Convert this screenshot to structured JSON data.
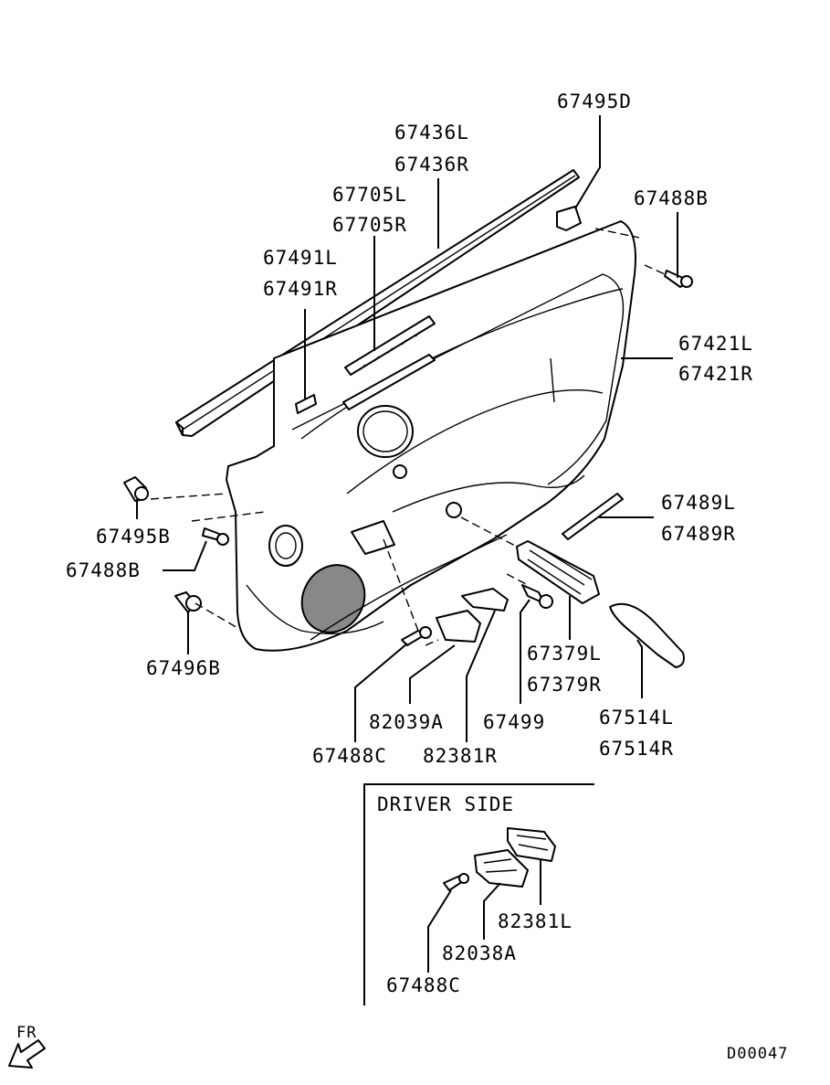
{
  "labels": {
    "p67495D": "67495D",
    "p67436L": "67436L",
    "p67436R": "67436R",
    "p67705L": "67705L",
    "p67705R": "67705R",
    "p67491L": "67491L",
    "p67491R": "67491R",
    "p67488B_top": "67488B",
    "p67421L": "67421L",
    "p67421R": "67421R",
    "p67489L": "67489L",
    "p67489R": "67489R",
    "p67495B": "67495B",
    "p67488B_left": "67488B",
    "p67496B": "67496B",
    "p67379L": "67379L",
    "p67379R": "67379R",
    "p82039A": "82039A",
    "p67499": "67499",
    "p67514L": "67514L",
    "p67514R": "67514R",
    "p67488C": "67488C",
    "p82381R": "82381R"
  },
  "inset": {
    "title": "DRIVER SIDE",
    "p82381L": "82381L",
    "p82038A": "82038A",
    "p67488C": "67488C"
  },
  "direction": "FR",
  "diagram_code": "D00047"
}
